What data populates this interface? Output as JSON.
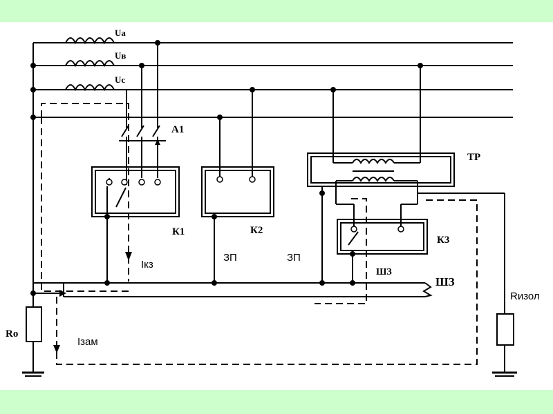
{
  "labels": {
    "ua": "Uа",
    "ub": "Uв",
    "uc": "Uс",
    "a1": "А1",
    "k1": "К1",
    "k2": "К2",
    "k3": "К3",
    "tr": "ТР",
    "ikz": "Iкз",
    "zp1": "ЗП",
    "zp2": "ЗП",
    "shz1": "ШЗ",
    "shz2": "ШЗ",
    "rizol": "Rизол",
    "izam": "Iзам",
    "r0": "Rо"
  },
  "colors": {
    "background_band": "#ccffcc",
    "canvas": "#ffffff",
    "line": "#000000",
    "box_inner": "#f0f0f0"
  }
}
